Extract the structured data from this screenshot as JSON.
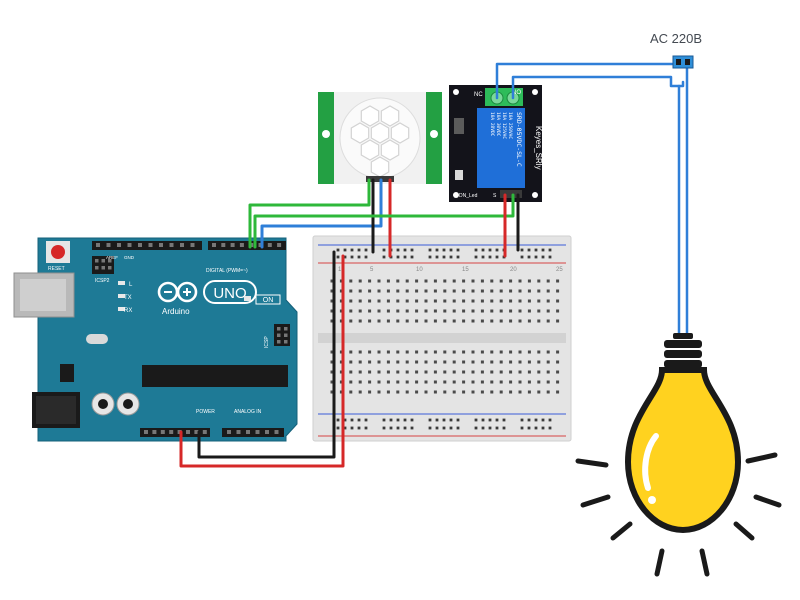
{
  "ac_label": "AC 220B",
  "relay": {
    "label_nc": "NC",
    "label_no": "NO",
    "brand": "Keyes_SRly",
    "model": "SRD-05VDC-SL-C",
    "ratings": [
      "10A 250VAC",
      "10A 125VAC",
      "10A 30VDC",
      "10A 28VDC"
    ],
    "led_label": "DN_Led",
    "pin_label": "S"
  },
  "arduino": {
    "logo_text": "UNO",
    "brand_text": "Arduino",
    "on_label": "ON",
    "reset_label": "RESET",
    "icsp2_label": "ICSP2",
    "icsp_label": "ICSP",
    "digital_label": "DIGITAL (PWM=~)",
    "power_label": "POWER",
    "analog_label": "ANALOG IN",
    "aref_label": "AREF",
    "gnd_label": "GND",
    "l_label": "L",
    "tx_label": "TX",
    "rx_label": "RX"
  },
  "breadboard": {
    "column_numbers": [
      "1",
      "5",
      "10",
      "15",
      "20",
      "25"
    ]
  },
  "colors": {
    "wire_red": "#d62828",
    "wire_black": "#1a1a1a",
    "wire_green": "#2eb83a",
    "wire_blue": "#2f7fd8",
    "arduino_board": "#1e7a96",
    "relay_board": "#13131a",
    "relay_block": "#1f6fd8",
    "bulb": "#ffd21f",
    "pir_board": "#29b34a"
  }
}
